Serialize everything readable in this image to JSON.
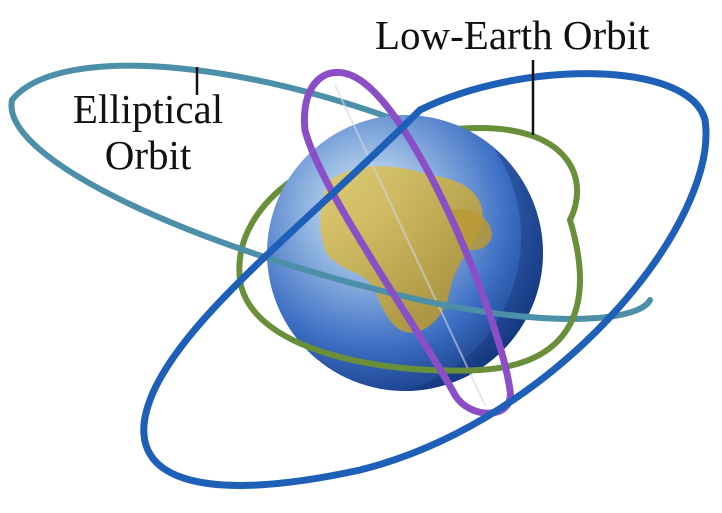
{
  "labels": {
    "low_earth_orbit": "Low-Earth Orbit",
    "elliptical_line1": "Elliptical",
    "elliptical_line2": "Orbit"
  },
  "colors": {
    "background": "#ffffff",
    "elliptical_orbit": "#4c8fa8",
    "low_earth_orbit": "#6a8f3a",
    "polar_orbit": "#8a4fc7",
    "outer_orbit": "#1e5fb8",
    "land": "#c9a93a",
    "ocean": "#3d6fc4",
    "leader_line": "#111111"
  },
  "icons": {
    "globe": "earth-globe-icon"
  }
}
